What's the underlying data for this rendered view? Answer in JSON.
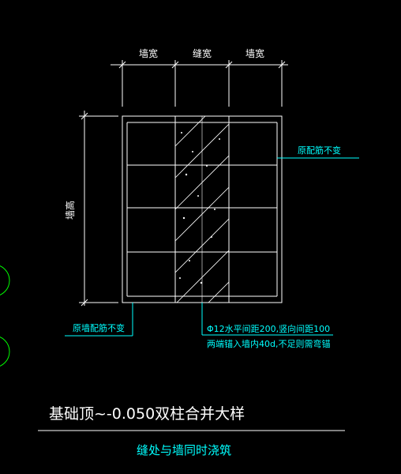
{
  "dimensions": {
    "top": [
      "墙宽",
      "缝宽",
      "墙宽"
    ],
    "side": "墙高"
  },
  "annotations": {
    "right_rebar": "原配筋不变",
    "left_rebar": "原墙配筋不变",
    "rebar_line1": "Φ12水平间距200,竖向间距100",
    "rebar_line2": "两端锚入墙内40d,不足则需弯锚"
  },
  "title": "基础顶~-0.050双柱合并大样",
  "subtitle": "缝处与墙同时浇筑",
  "colors": {
    "background": "#000000",
    "lines": "#ffffff",
    "callouts": "#00ffff",
    "side_marks": "#00ff00"
  }
}
